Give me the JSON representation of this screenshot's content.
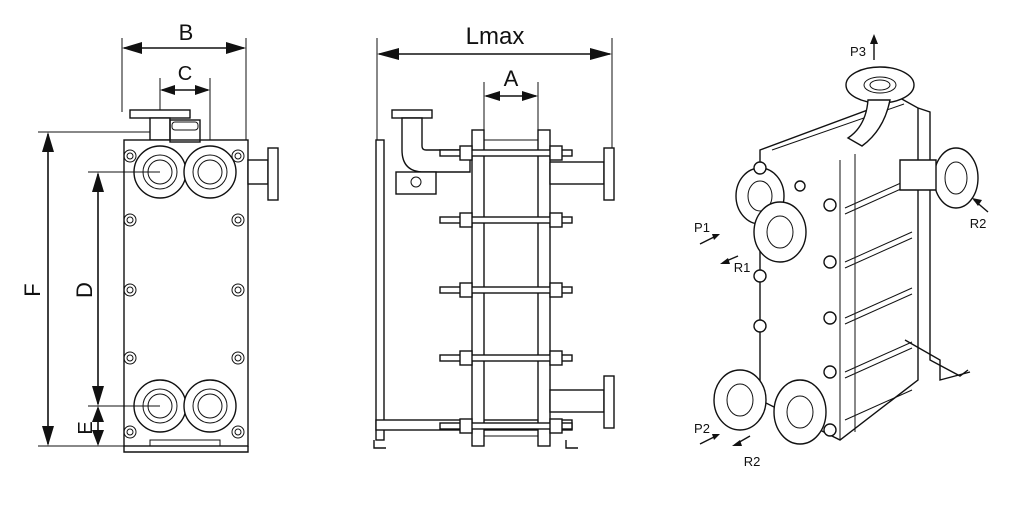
{
  "front_view": {
    "dim_b": "B",
    "dim_c": "C",
    "dim_f": "F",
    "dim_d": "D",
    "dim_e": "E"
  },
  "side_view": {
    "dim_lmax": "Lmax",
    "dim_a": "A"
  },
  "iso_view": {
    "port_p1": "P1",
    "port_r1": "R1",
    "port_p2": "P2",
    "port_r2_bottom": "R2",
    "port_p3": "P3",
    "port_r2_right": "R2"
  }
}
